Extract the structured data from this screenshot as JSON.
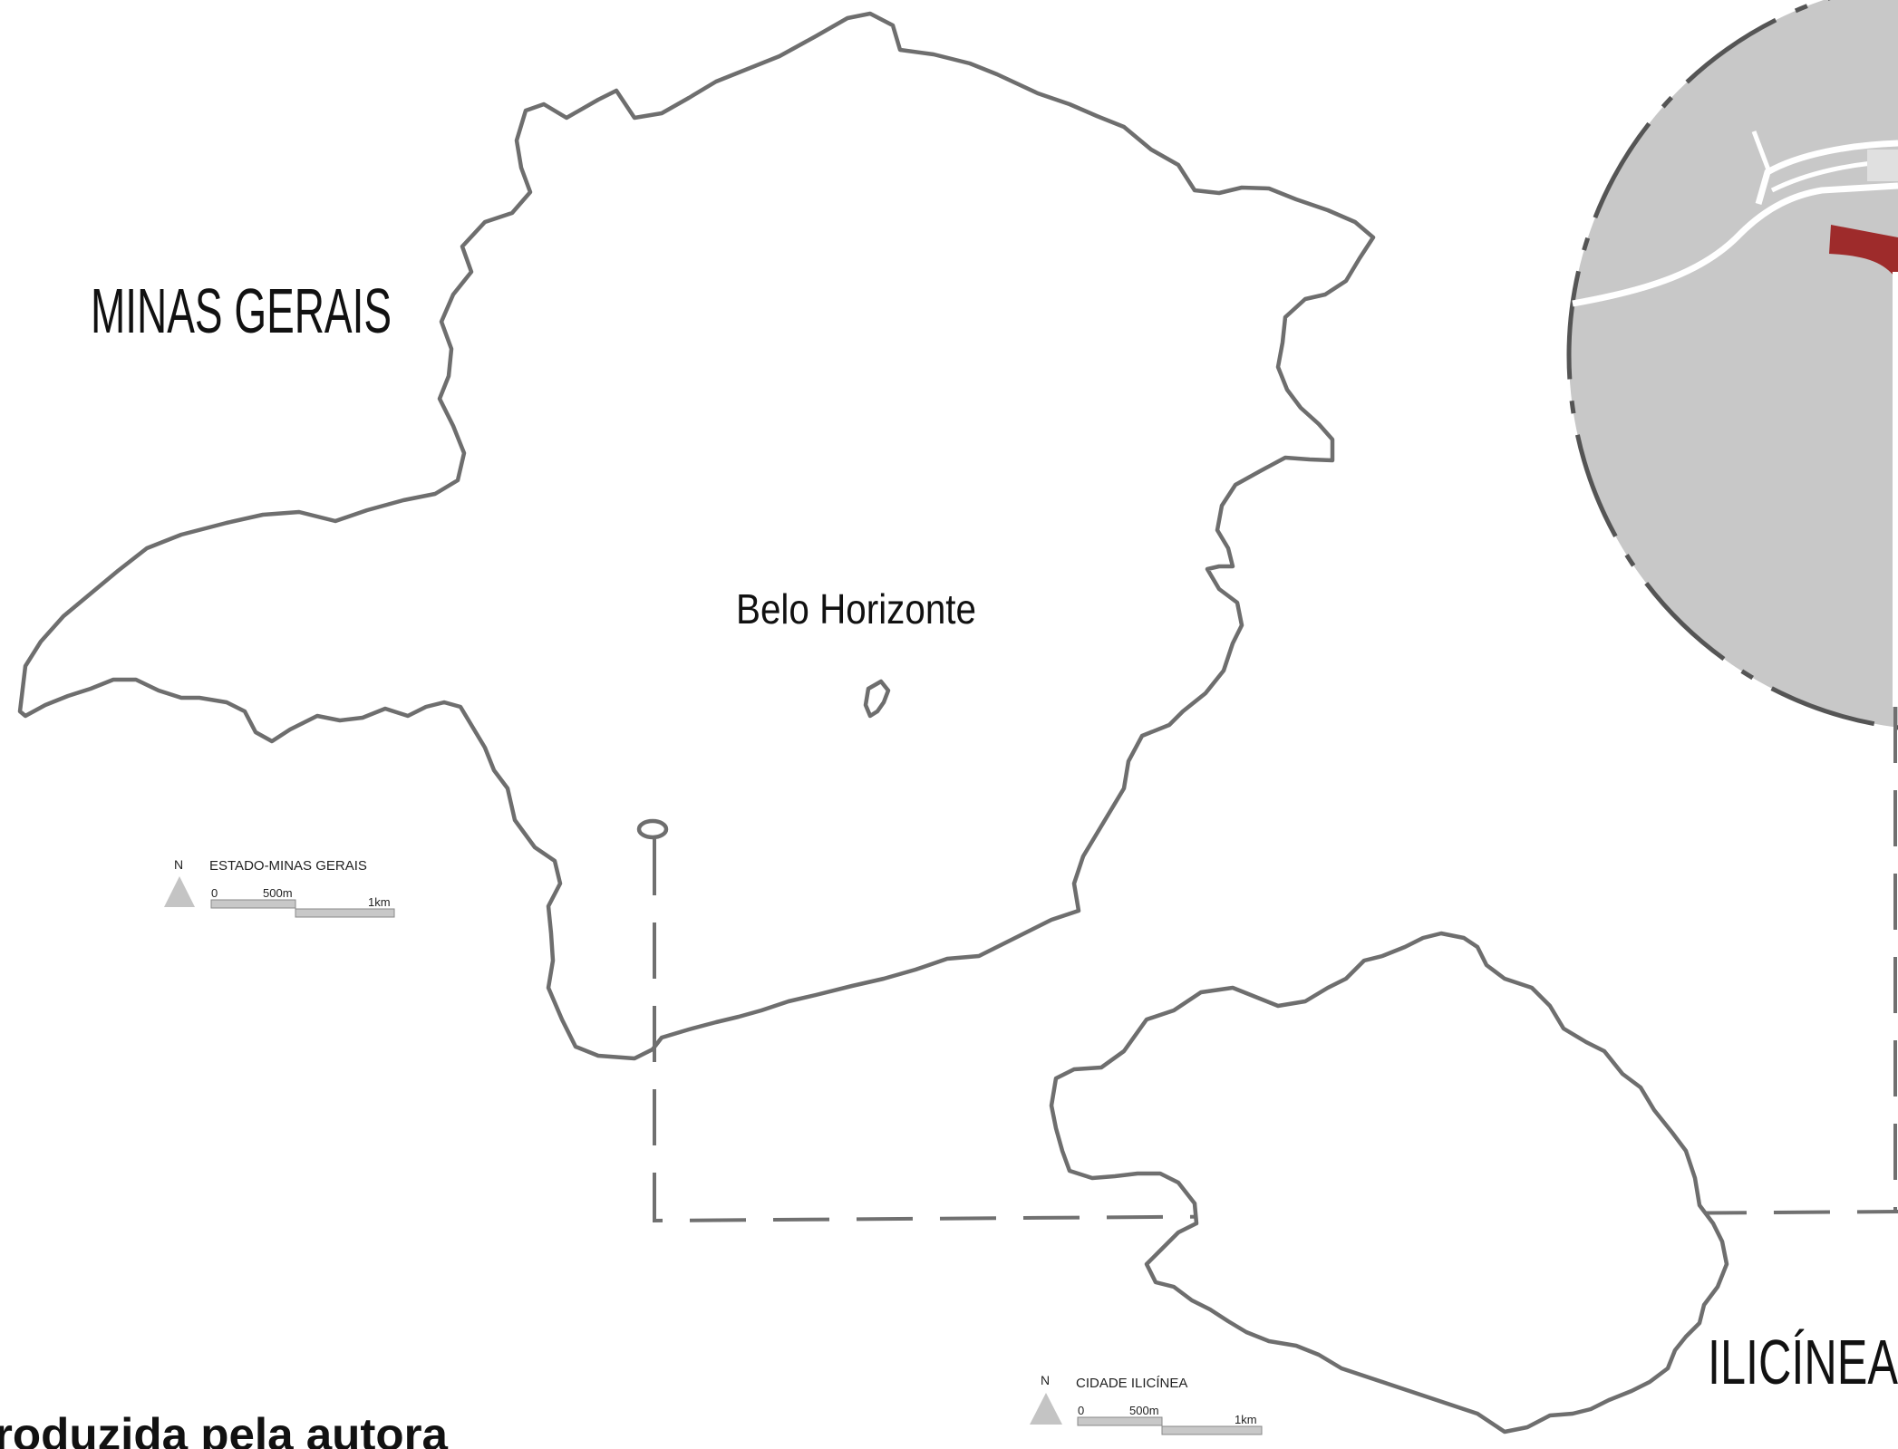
{
  "labels": {
    "state_title": "MINAS GERAIS",
    "capital": "Belo Horizonte",
    "city_title": "ILICÍNEA",
    "footer_caption": "roduzida pela autora"
  },
  "scale_bar_state": {
    "north": "N",
    "title": "ESTADO-MINAS GERAIS",
    "tick_0": "0",
    "tick_mid": "500m",
    "tick_end": "1km"
  },
  "scale_bar_city": {
    "north": "N",
    "title": "CIDADE ILICÍNEA",
    "tick_0": "0",
    "tick_mid": "500m",
    "tick_end": "1km"
  },
  "colors": {
    "outline": "#6e6e6e",
    "inset_circle": "#c8c8c8",
    "highlight_area": "#9e2b2b",
    "road": "#ffffff",
    "north_arrow": "#c4c4c4"
  },
  "icons": {
    "north_arrow": "north-arrow-icon"
  }
}
